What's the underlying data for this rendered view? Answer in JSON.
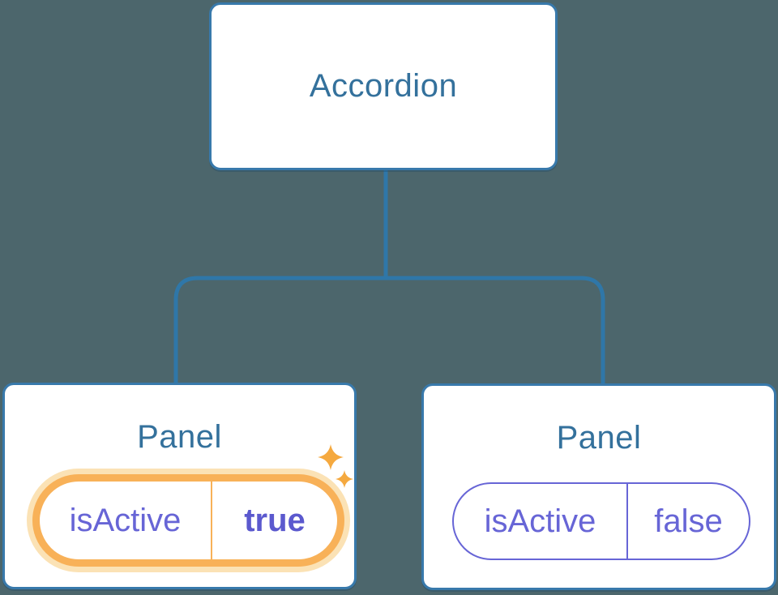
{
  "diagram": {
    "type": "component-state-tree",
    "tree": {
      "root": {
        "label": "Accordion"
      },
      "children": [
        {
          "label": "Panel",
          "state": {
            "name": "isActive",
            "value": "true"
          },
          "highlighted": true
        },
        {
          "label": "Panel",
          "state": {
            "name": "isActive",
            "value": "false"
          },
          "highlighted": false
        }
      ]
    }
  },
  "icons": {
    "sparkle": "✦"
  },
  "colors": {
    "background": "#4C666C",
    "box_border": "#3879AB",
    "connector": "#2F77A8",
    "title_text": "#34719C",
    "state_purple": "#6765D6",
    "state_value_bold": "#5B59CE",
    "pill_orange": "#F8B158",
    "pill_halo": "#FBE2B5",
    "sparkle": "#F5A93F",
    "box_fill": "#FFFFFF"
  }
}
